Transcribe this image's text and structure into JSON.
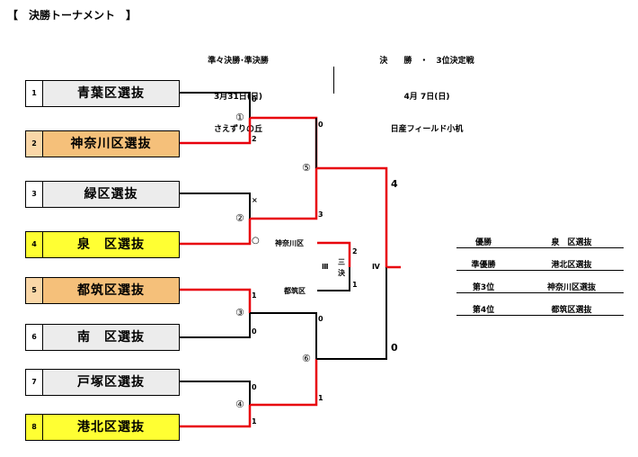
{
  "title": "【　決勝トーナメント　】",
  "headers": {
    "semi": {
      "title": "準々決勝･準決勝",
      "date": "3月31日(日)",
      "venue": "さえずりの丘"
    },
    "final": {
      "title": "決　　勝　・　3位決定戦",
      "date": "4月 7日(日)",
      "venue": "日産フィールド小机"
    }
  },
  "teams": [
    {
      "num": "1",
      "name": "青葉区選抜",
      "color": "#ececec"
    },
    {
      "num": "2",
      "name": "神奈川区選抜",
      "color": "#f5c07a"
    },
    {
      "num": "3",
      "name": "緑区選抜",
      "color": "#ececec"
    },
    {
      "num": "4",
      "name": "泉　区選抜",
      "color": "#ffff33"
    },
    {
      "num": "5",
      "name": "都筑区選抜",
      "color": "#f5c07a"
    },
    {
      "num": "6",
      "name": "南　区選抜",
      "color": "#ececec"
    },
    {
      "num": "7",
      "name": "戸塚区選抜",
      "color": "#ececec"
    },
    {
      "num": "8",
      "name": "港北区選抜",
      "color": "#ffff33"
    }
  ],
  "matches": {
    "m1": {
      "label": "①",
      "top": "0",
      "bottom": "2"
    },
    "m2": {
      "label": "②",
      "top": "×",
      "bottom": "○"
    },
    "m3": {
      "label": "③",
      "top": "1",
      "bottom": "0"
    },
    "m4": {
      "label": "④",
      "top": "0",
      "bottom": "1"
    },
    "m5": {
      "label": "⑤",
      "top": "0",
      "bottom": "3"
    },
    "m6": {
      "label": "⑥",
      "top": "0",
      "bottom": "1"
    },
    "third": {
      "label_roman": "Ⅲ",
      "label_kanji_1": "三",
      "label_kanji_2": "決",
      "team_top": "神奈川区",
      "team_bottom": "都筑区",
      "top": "2",
      "bottom": "1"
    },
    "final": {
      "label_roman": "Ⅳ",
      "top": "4",
      "bottom": "0"
    }
  },
  "results": [
    {
      "label": "優勝",
      "value": "泉　区選抜"
    },
    {
      "label": "準優勝",
      "value": "港北区選抜"
    },
    {
      "label": "第3位",
      "value": "神奈川区選抜"
    },
    {
      "label": "第4位",
      "value": "都筑区選抜"
    }
  ],
  "colors": {
    "winner_line": "#e8000b",
    "loser_line": "#000000"
  }
}
